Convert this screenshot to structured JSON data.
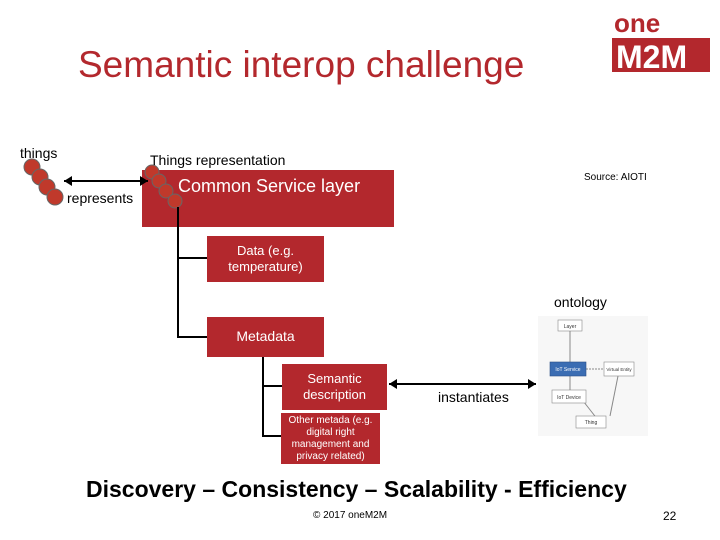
{
  "title": "Semantic interop challenge",
  "logo": {
    "line1": "one",
    "line2": "M2M"
  },
  "labels": {
    "things": "things",
    "things_representation": "Things representation",
    "represents": "represents",
    "common_service_layer": "Common Service layer",
    "source": "Source: AIOTI",
    "ontology": "ontology",
    "instantiates": "instantiates"
  },
  "boxes": {
    "data": "Data (e.g. temperature)",
    "metadata": "Metadata",
    "semantic_description": "Semantic description",
    "other_metadata": "Other metada (e.g. digital right management and privacy related)"
  },
  "ontology_nodes": {
    "layer": "Layer",
    "iot_service": "IoT Service",
    "virtual_entity": "Virtual Entity",
    "iot_device": "IoT Device",
    "thing": "Thing"
  },
  "tagline": "Discovery – Consistency – Scalability - Efficiency",
  "copyright": "© 2017 oneM2M",
  "page_number": "22",
  "colors": {
    "brand_red": "#b3282d",
    "node_red": "#c0392b"
  }
}
